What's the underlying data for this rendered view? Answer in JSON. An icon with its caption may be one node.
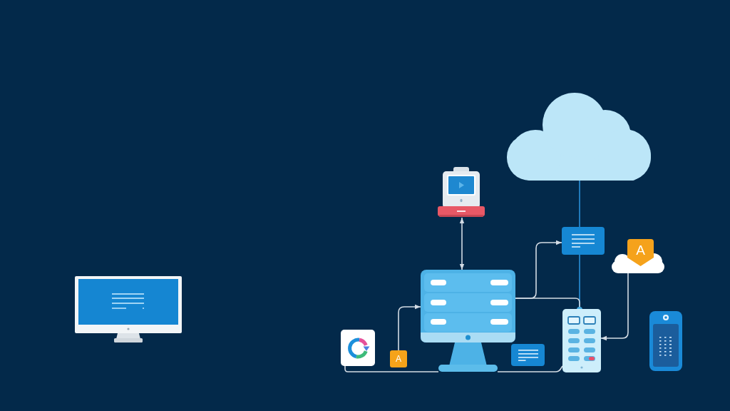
{
  "diagram": {
    "nodes": [
      {
        "text": [],
        "shape": "cloud"
      },
      {
        "text": [],
        "shape": "picture"
      },
      {
        "text": [],
        "shape": "box"
      },
      {
        "text": [
          "A"
        ]
      },
      {
        "text": [],
        "shape": "picture"
      },
      {
        "text": [],
        "shape": "picture"
      },
      {
        "text": [],
        "shape": "picture"
      },
      {
        "text": [],
        "shape": "picture"
      },
      {
        "text": [],
        "shape": "picture"
      },
      {
        "text": [
          "A"
        ]
      },
      {
        "text": [],
        "shape": "box"
      }
    ],
    "edges": [
      {
        "from": 1,
        "to": 5,
        "arrow": "both"
      },
      {
        "from": 0,
        "to": 2,
        "arrow": "none",
        "color": "#2a8fd8"
      },
      {
        "from": 2,
        "to": 6,
        "arrow": "none",
        "color": "#2a8fd8"
      },
      {
        "from": 5,
        "to": 2,
        "arrow": "to"
      },
      {
        "from": 5,
        "to": 6,
        "arrow": "none"
      },
      {
        "from": 3,
        "to": 6,
        "arrow": "to"
      },
      {
        "from": 9,
        "to": 5,
        "arrow": "to"
      },
      {
        "from": 8,
        "to": 5,
        "arrow": "none"
      },
      {
        "from": 5,
        "to": 6,
        "arrow": "none"
      }
    ]
  }
}
